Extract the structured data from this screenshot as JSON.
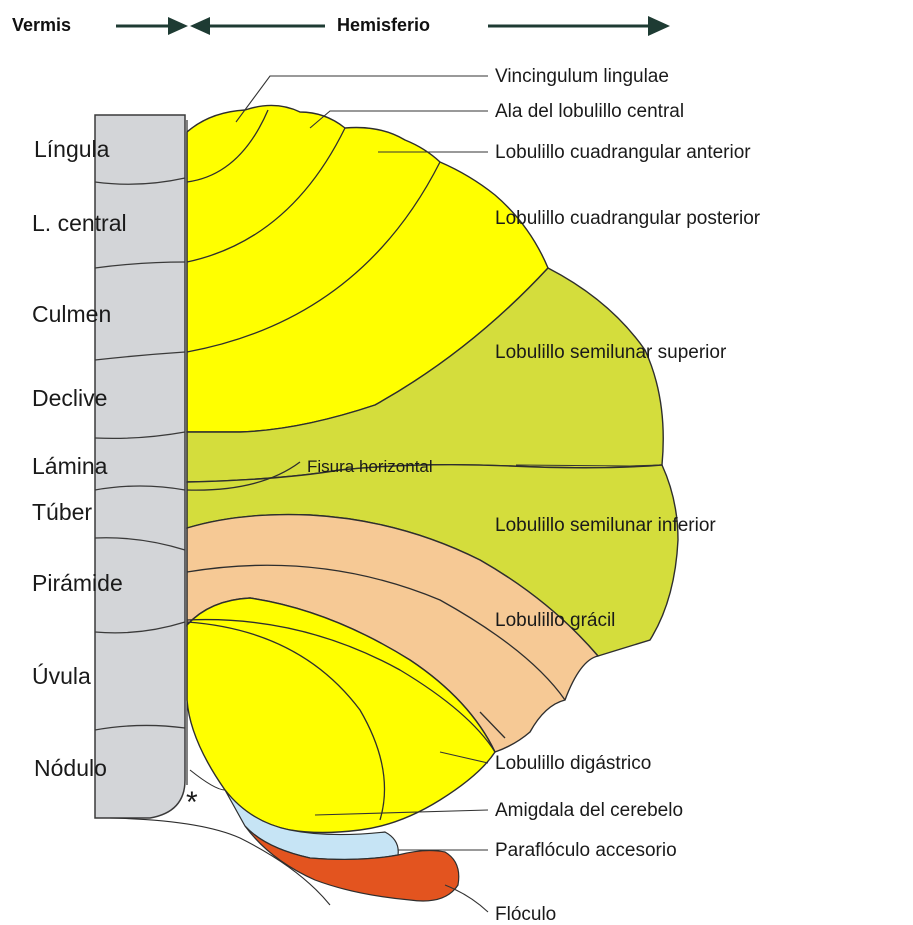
{
  "header": {
    "vermis": "Vermis",
    "hemisferio": "Hemisferio"
  },
  "vermis_labels": [
    "Língula",
    "L. central",
    "Culmen",
    "Declive",
    "Lámina",
    "Túber",
    "Pirámide",
    "Úvula",
    "Nódulo"
  ],
  "hemisphere_labels": [
    "Vincingulum lingulae",
    "Ala del lobulillo central",
    "Lobulillo cuadrangular anterior",
    "Lobulillo cuadrangular posterior",
    "Lobulillo semilunar superior",
    "Fisura horizontal",
    "Lobulillo semilunar  inferior",
    "Lobulillo grácil",
    "Lobulillo digástrico",
    "Amigdala del cerebelo",
    "Paraflóculo accesorio",
    "Flóculo"
  ],
  "asterisk": "*",
  "colors": {
    "yellow": "#ffff00",
    "olive": "#d4dd3c",
    "peach": "#f6c995",
    "light_blue": "#c6e4f5",
    "red": "#e3541f",
    "gray": "#d3d5d8",
    "arrow": "#1e3b33"
  }
}
